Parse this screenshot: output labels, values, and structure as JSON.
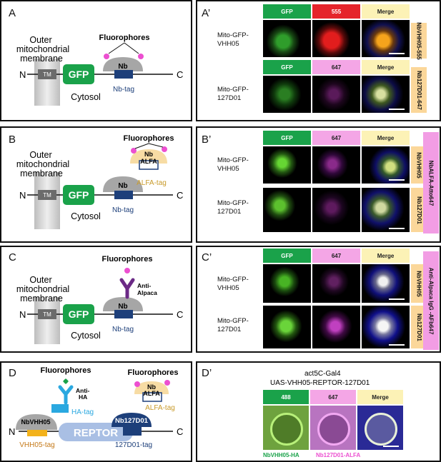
{
  "panels": {
    "A": {
      "letter": "A"
    },
    "A2": {
      "letter": "A’",
      "headers": [
        "GFP",
        "555",
        "Merge"
      ],
      "rows": [
        "Mito-GFP-VHH05",
        "Mito-GFP-127D01"
      ],
      "side_labels": [
        "NbVHH05-555",
        "Nb127D01-647"
      ],
      "headers2": [
        "GFP",
        "647",
        "Merge"
      ]
    },
    "B": {
      "letter": "B"
    },
    "B2": {
      "letter": "B’",
      "headers": [
        "GFP",
        "647",
        "Merge"
      ],
      "rows": [
        "Mito-GFP-VHH05",
        "Mito-GFP-127D01"
      ],
      "side_labels": [
        "NbVHH05",
        "Nb127D01"
      ],
      "big_label": "NbALFA-Atto647"
    },
    "C": {
      "letter": "C"
    },
    "C2": {
      "letter": "C’",
      "headers": [
        "GFP",
        "647",
        "Merge"
      ],
      "rows": [
        "Mito-GFP-VHH05",
        "Mito-GFP-127D01"
      ],
      "side_labels": [
        "NbVHH05",
        "Nb127D01"
      ],
      "big_label": "Anti-Alpaca IgG -AFb647"
    },
    "D": {
      "letter": "D"
    },
    "D2": {
      "letter": "D’",
      "title1": "act5C-Gal4",
      "title2": "UAS-VHH05-REPTOR-127D01",
      "headers": [
        "488",
        "647",
        "Merge"
      ],
      "label_green": "NbVHH05-HA",
      "label_pink": "Nb127D01-ALFA"
    }
  },
  "diagram": {
    "outer_membrane": [
      "Outer",
      "mitochondrial",
      "membrane"
    ],
    "fluorophores": "Fluorophores",
    "tm": "TM",
    "gfp": "GFP",
    "nb": "Nb",
    "n": "N",
    "c": "C",
    "cytosol": "Cytosol",
    "nb_tag": "Nb-tag",
    "nb_alfa_1": "Nb",
    "nb_alfa_2": "ALFA",
    "alfa_tag": "ALFA-tag",
    "anti_1": "Anti-",
    "anti_2": "Alpaca",
    "anti_ha_1": "Anti-",
    "anti_ha_2": "HA",
    "nbvhh05": "NbVHH05",
    "ha_tag": "HA-tag",
    "reptor": "REPTOR",
    "nb127d01": "Nb127D01",
    "vhh05_tag": "VHH05-tag",
    "tag127": "127D01-tag"
  },
  "colors": {
    "gfp": "#1aa24a",
    "nb": "#a6a6a6",
    "tag": "#1d3f7a",
    "fluor": "#ec4fd0",
    "alfa": "#f7dca4",
    "reptor": "#a9bfe4",
    "ha": "#2aa8e0",
    "vhh05tag": "#f3b21b",
    "anti": "#6b2a86"
  }
}
